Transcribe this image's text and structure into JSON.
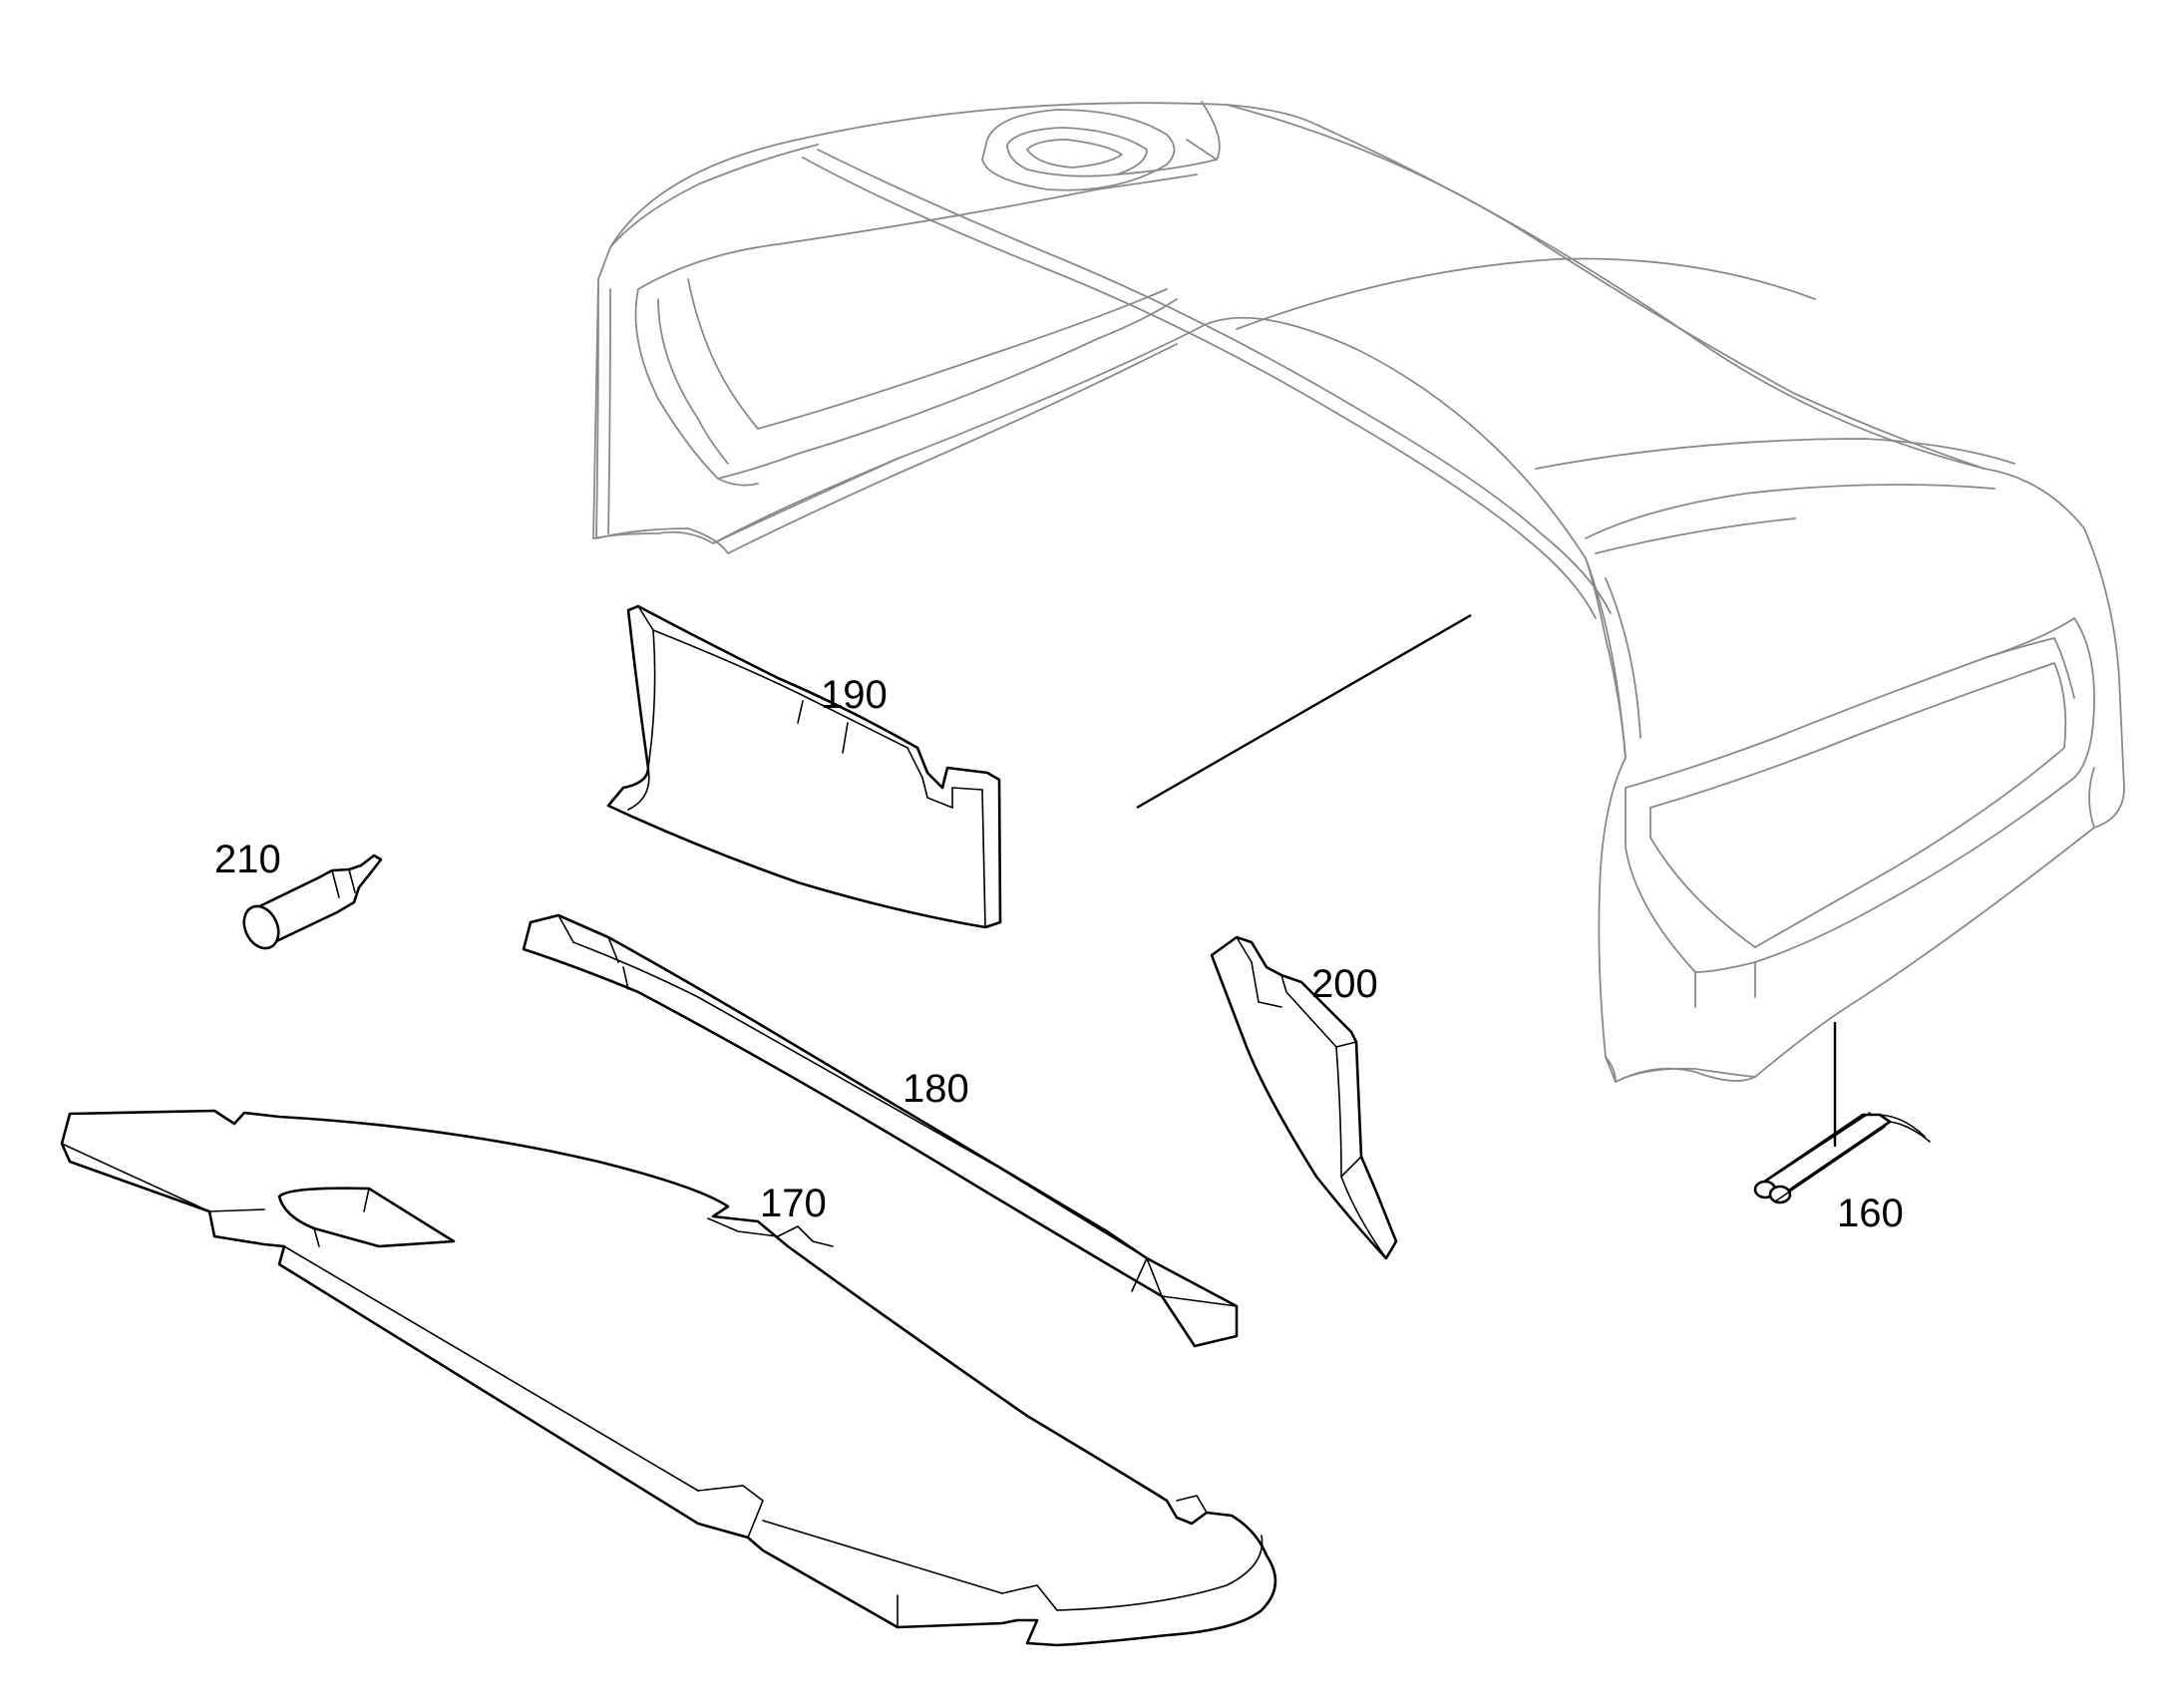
{
  "callouts": {
    "p160": "160",
    "p170": "170",
    "p180": "180",
    "p190": "190",
    "p200": "200",
    "p210": "210"
  },
  "colors": {
    "part_stroke": "#000000",
    "shell_stroke": "#8a8a8a",
    "background": "#ffffff"
  }
}
